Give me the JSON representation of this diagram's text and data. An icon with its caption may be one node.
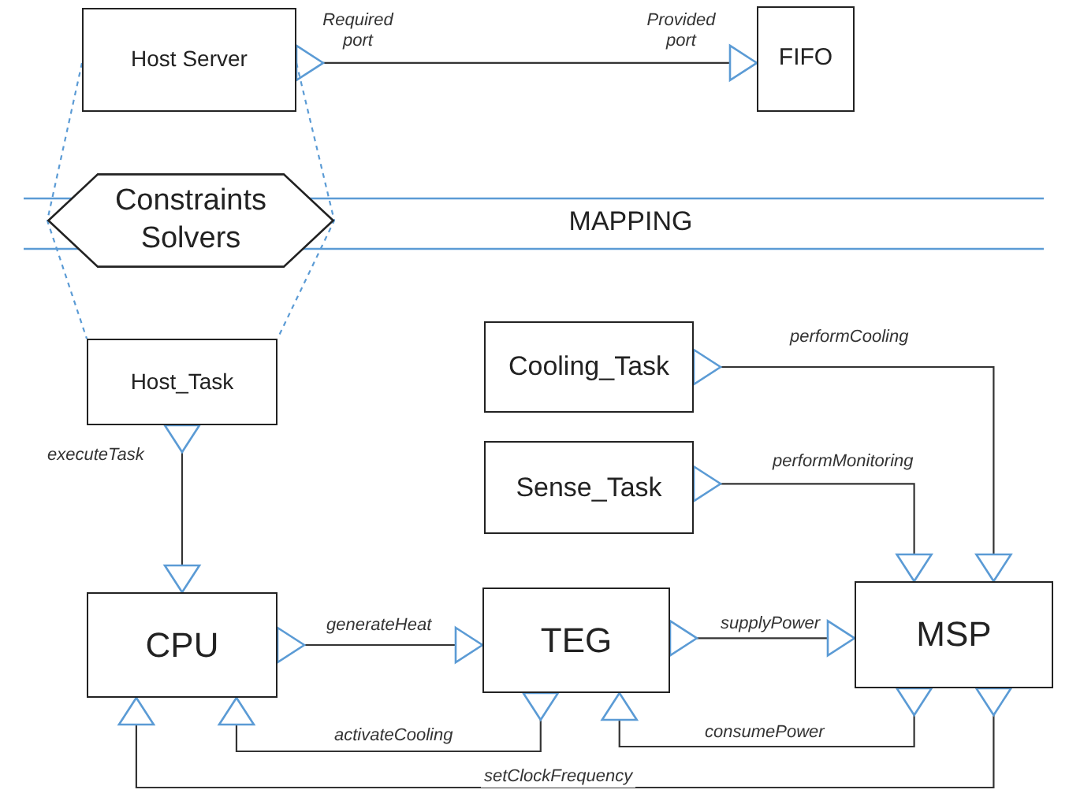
{
  "diagram": {
    "nodes": [
      {
        "text": [
          "Host Server"
        ]
      },
      {
        "text": [
          "FIFO"
        ]
      },
      {
        "text": [
          "Constraints Solvers"
        ]
      },
      {
        "text": [
          "Host_Task"
        ]
      },
      {
        "text": [
          "Cooling_Task"
        ]
      },
      {
        "text": [
          "Sense_Task"
        ]
      },
      {
        "text": [
          "CPU"
        ]
      },
      {
        "text": [
          "TEG"
        ]
      },
      {
        "text": [
          "MSP"
        ]
      }
    ],
    "edges": [
      {
        "from": 0,
        "to": 1,
        "arrow": "to"
      },
      {
        "from": 0,
        "to": 3,
        "arrow": "none",
        "style": "dashed",
        "color": "#5b9bd5"
      },
      {
        "from": 0,
        "to": 3,
        "arrow": "none",
        "style": "dashed",
        "color": "#5b9bd5"
      },
      {
        "from": 3,
        "to": 6,
        "arrow": "to",
        "label": "executeTask"
      },
      {
        "from": 6,
        "to": 7,
        "arrow": "to",
        "label": "generateHeat"
      },
      {
        "from": 7,
        "to": 8,
        "arrow": "to",
        "label": "supplyPower"
      },
      {
        "from": 4,
        "to": 8,
        "arrow": "to",
        "label": "performCooling"
      },
      {
        "from": 5,
        "to": 8,
        "arrow": "to",
        "label": "performMonitoring"
      },
      {
        "from": 7,
        "to": 6,
        "arrow": "to",
        "label": "activateCooling"
      },
      {
        "from": 8,
        "to": 7,
        "arrow": "to",
        "label": "consumePower"
      },
      {
        "from": 8,
        "to": 6,
        "arrow": "to",
        "label": "setClockFrequency"
      }
    ],
    "labels": [
      "Required port",
      "Provided port",
      "MAPPING"
    ]
  }
}
